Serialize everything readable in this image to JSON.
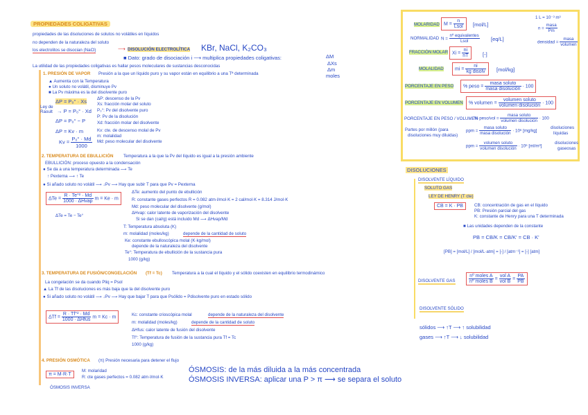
{
  "title": "PROPIEDADES COLIGATIVAS",
  "intro": {
    "l1": "propiedades de las disoluciones de solutos no volátiles en líquidos",
    "l2": "no dependen de la naturaleza del soluto",
    "l3": "los electrolitos se disocian (NaCl)",
    "arrow": "⟶",
    "electrolytic": "DISOLUCIÓN ELECTROLÍTICA",
    "examples": "KBr, NaCl, K₂CO₃",
    "dato": "■ Dato: grado de disociación i ⟶ multiplica propiedades coligativas:",
    "props": [
      "ΔM",
      "ΔXs",
      "Δm",
      "moles"
    ],
    "utility": "La utilidad de las propiedades coligativas es hallar pesos moleculares de sustancias desconocidas"
  },
  "s1": {
    "heading": "1. PRESIÓN DE VAPOR",
    "def": "Presión a la que un líquido puro y su vapor están en equilibrio a una Tª determinada",
    "bullets": [
      "▲ Aumenta con la Temperatura",
      "● Un soluto no volátil, disminuye Pv",
      "■ La Pv máxima es la del disolvente puro"
    ],
    "f1": "ΔP = P₀° · Xs",
    "raoult": "Ley de Raoult",
    "f2": "→ P = P₀° · Xd",
    "f3": "ΔP = P₀° − P",
    "f4": "ΔP = Kv · m",
    "f5_lhs": "Kv =",
    "f5_num": "P₀° · Md",
    "f5_den": "1000",
    "defs": [
      "ΔP: descenso de la Pv",
      "Xs: fracción molar del soluto",
      "P₀°: Pv del disolvente puro",
      "P: Pv de la disolución",
      "Xd: fracción molar del disolvente",
      "Kv: cte. de descenso molal de Pv",
      "m: molalidad",
      "Md: peso molecular del disolvente"
    ]
  },
  "s2": {
    "heading": "2. TEMPERATURA DE EBULLICIÓN",
    "def": "Temperatura a la que la Pv del líquido es igual a la presión ambiente",
    "l1": "EBULLICIÓN: proceso opuesto a la condensación",
    "l2": "● Se da a una temperatura determinada ⟶ Te",
    "l3": "↑ Pexterna ⟶ ↑ Te",
    "l4": "● Si añado soluto no volátil ⟶ ↓Pv ⟶ Hay que subir T para que Pv = Pexterna",
    "box_lhs": "ΔTe =",
    "box_num": "R · Te°² · Md",
    "box_den": "1000 · ΔHvap",
    "box_rhs": "m = Ke · m",
    "f2": "ΔTe = Te − Te°",
    "defs": [
      "ΔTe: aumento del punto de ebullición",
      "R: constante gases perfectos  R = 0.082 atm·l/mol·K = 2 cal/mol·K = 8.314 J/mol·K",
      "Md: peso molecular del disolvente (g/mol)",
      "ΔHvap: calor latente de vaporización del disolvente",
      "Si se dan (cal/g) está incluido Md ⟶ ΔHvap/Md",
      "T: Temperatura absoluta (K)",
      "m: molalidad (moles/kg)",
      "Ke: constante ebulloscópica molal (K·kg/mol)",
      "depende de la naturaleza del disolvente",
      "Te°: Temperatura de ebullición de la sustancia pura",
      "1000 (g/kg)"
    ],
    "m_note": "depende de la cantidad de soluto"
  },
  "s3": {
    "heading": "3. TEMPERATURA DE FUSIÓN/CONGELACIÓN",
    "sym": "(Tf = Tc)",
    "def": "Temperatura a la cual el líquido y el sólido coexisten en equilibrio termodinámico",
    "l1": "La congelación se da cuando Pliq = Psol",
    "l2": "▲ La Tf de las disoluciones es más baja que la del disolvente puro",
    "l3": "● Si añado soluto no volátil ⟶ ↓Pv ⟶ Hay que bajar T para que Psólido = Pdisolvente puro en estado sólido",
    "box_lhs": "ΔTf =",
    "box_num": "R · Tf°² · Md",
    "box_den": "1000 · ΔHfus",
    "box_rhs": "m = Kc · m",
    "defs": [
      "Kc: constante crioscópica molal",
      "m: molalidad (moles/kg)",
      "ΔHfus: calor latente de fusión del disolvente",
      "Tf°: Temperatura de fusión de la sustancia pura   Tf = Tc",
      "1000 (g/kg)"
    ],
    "kc_note": "depende de la naturaleza del disolvente",
    "m_note": "depende de la cantidad de soluto"
  },
  "s4": {
    "heading": "4. PRESIÓN OSMÓTICA",
    "def": "(π) Presión necesaria para detener el flujo",
    "box": "π = M·R·T",
    "defs": [
      "M: molaridad",
      "R: cte gases perfectos = 0.082 atm·l/mol·K"
    ],
    "inv_small": "ÓSMOSIS INVERSA",
    "osmosis": "ÓSMOSIS: de la más diluida a la más concentrada",
    "osmosis_inv": "ÓSMOSIS INVERSA: aplicar una P > π ⟶ se separa el soluto"
  },
  "conc": {
    "molaridad": {
      "label": "MOLARIDAD",
      "lhs": "M =",
      "num": "n",
      "den": "Lsol",
      "unit": "[mol/L]"
    },
    "normalidad": {
      "label": "NORMALIDAD",
      "lhs": "N =",
      "num": "nº equivalentes",
      "den": "Lsol",
      "unit": "[eq/L]"
    },
    "fraccion": {
      "label": "FRACCIÓN MOLAR",
      "lhs": "Xi =",
      "num": "ni",
      "den": "nT",
      "unit": "[-]"
    },
    "molalidad": {
      "label": "MOLALIDAD",
      "lhs": "mi =",
      "num": "ni",
      "den": "kg disolv",
      "unit": "[mol/kg]"
    },
    "peso": {
      "label": "PORCENTAJE EN PESO",
      "lhs": "% peso =",
      "num": "masa soluto",
      "den": "masa disolución",
      "rhs": "· 100"
    },
    "volumen": {
      "label": "PORCENTAJE EN VOLUMEN",
      "lhs": "% volumen =",
      "num": "volumen soluto",
      "den": "volumen disolución",
      "rhs": "· 100"
    },
    "pesovol": {
      "label": "PORCENTAJE EN PESO / VOLUMEN",
      "lhs": "% peso/vol =",
      "num": "masa soluto",
      "den": "volumen disolución",
      "rhs": "· 100"
    },
    "ppm_label1": "Partes por millón (para",
    "ppm_label2": "disoluciones muy diluidas)",
    "ppm1": {
      "lhs": "ppm =",
      "num": "masa soluto",
      "den": "masa disolución",
      "rhs": "· 10⁶",
      "unit": "[mg/kg]",
      "note1": "disoluciones",
      "note2": "líquidas"
    },
    "ppm2": {
      "lhs": "ppm =",
      "num": "volumen soluto",
      "den": "volumen disolución",
      "rhs": "· 10⁶",
      "unit": "[ml/m³]",
      "note1": "disoluciones",
      "note2": "gaseosas"
    },
    "side1": "1 L = 10⁻³ m³",
    "side2_lhs": "n =",
    "side2_num": "masa",
    "side2_den": "Pm",
    "side3_lhs": "densidad =",
    "side3_num": "masa",
    "side3_den": "volumen"
  },
  "disol": {
    "heading": "DISOLUCIONES",
    "liquido": "DISOLVENTE LÍQUIDO",
    "soluto_gas": "SOLUTO GAS",
    "henry": "LEY DE HENRY  (T cte)",
    "henry_box": "CB = K · PB",
    "henry_defs": [
      "CB: concentración de gas en el líquido",
      "PB: Presión parcial del gas",
      "K: constante de Henry para una T determinada"
    ],
    "units_note": "■ Las unidades dependen de la constante",
    "eq1": "PB =  CB/K  =  CB/K'  =  CB · K'",
    "eq2": "[PB] = [mol/L] / [mol/L·atm] = [-] / [atm⁻¹] = [-] [atm]",
    "gas": "DISOLVENTE GAS",
    "gas_box": {
      "n1": "nº moles A",
      "d1": "nº moles B",
      "n2": "vol A",
      "d2": "vol B",
      "n3": "PA",
      "d3": "PB"
    },
    "solido": "DISOLVENTE SÓLIDO",
    "solidos": "sólidos ⟶ ↑T ⟶ ↑ solubilidad",
    "gases": "gases ⟶ ↑T ⟶ ↓ solubilidad"
  }
}
